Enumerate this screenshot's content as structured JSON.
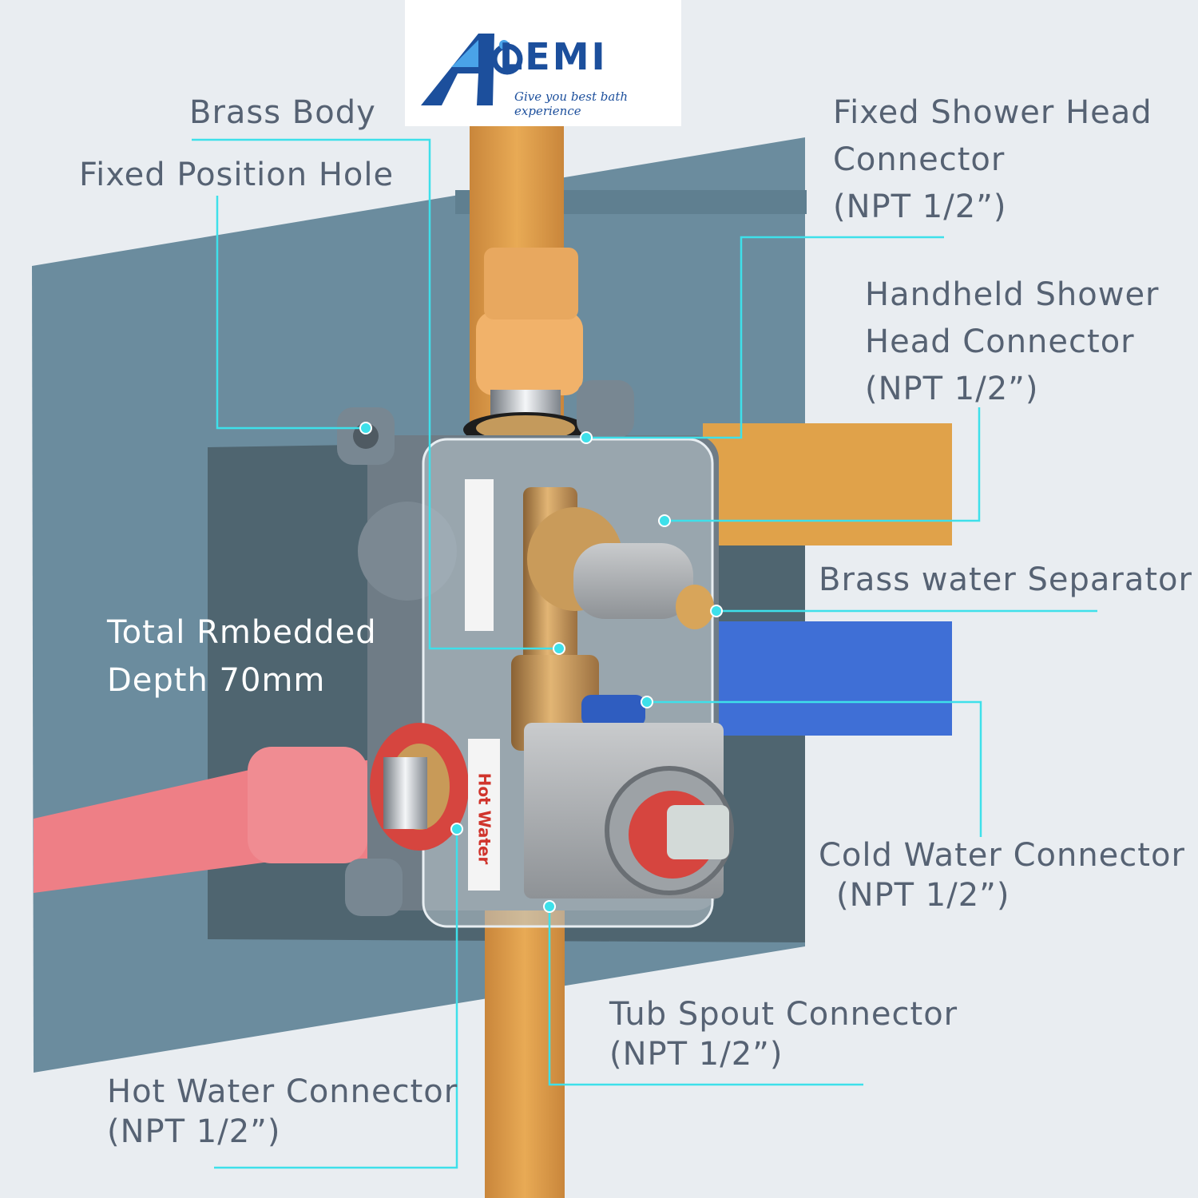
{
  "logo": {
    "brand": "LEMI",
    "tagline": "Give you best bath experience"
  },
  "labels": {
    "brass_body": "Brass Body",
    "fixed_position_hole": "Fixed Position Hole",
    "fixed_shower": [
      "Fixed Shower Head",
      "Connector",
      "(NPT 1/2”)"
    ],
    "handheld_shower": [
      "Handheld Shower",
      "Head Connector",
      "(NPT 1/2”)"
    ],
    "brass_separator": "Brass water Separator",
    "embedded_depth": [
      "Total Rmbedded",
      "Depth 70mm"
    ],
    "cold_water": [
      "Cold Water Connector",
      "(NPT 1/2”)"
    ],
    "tub_spout": [
      "Tub Spout Connector",
      "(NPT 1/2”)"
    ],
    "hot_water": [
      "Hot Water Connector",
      "(NPT 1/2”)"
    ]
  },
  "product_markings": {
    "hot_water_tag": "Hot Water"
  },
  "colors": {
    "background": "#e9edf1",
    "wall_panel": "#6b8c9e",
    "inner_panel": "#4f6570",
    "pipe_orange": "#e0a24a",
    "pipe_blue": "#3f6fd6",
    "pipe_red": "#ee7f86",
    "leader_line": "#3ee0ea",
    "logo_blue": "#1c4f9c"
  }
}
